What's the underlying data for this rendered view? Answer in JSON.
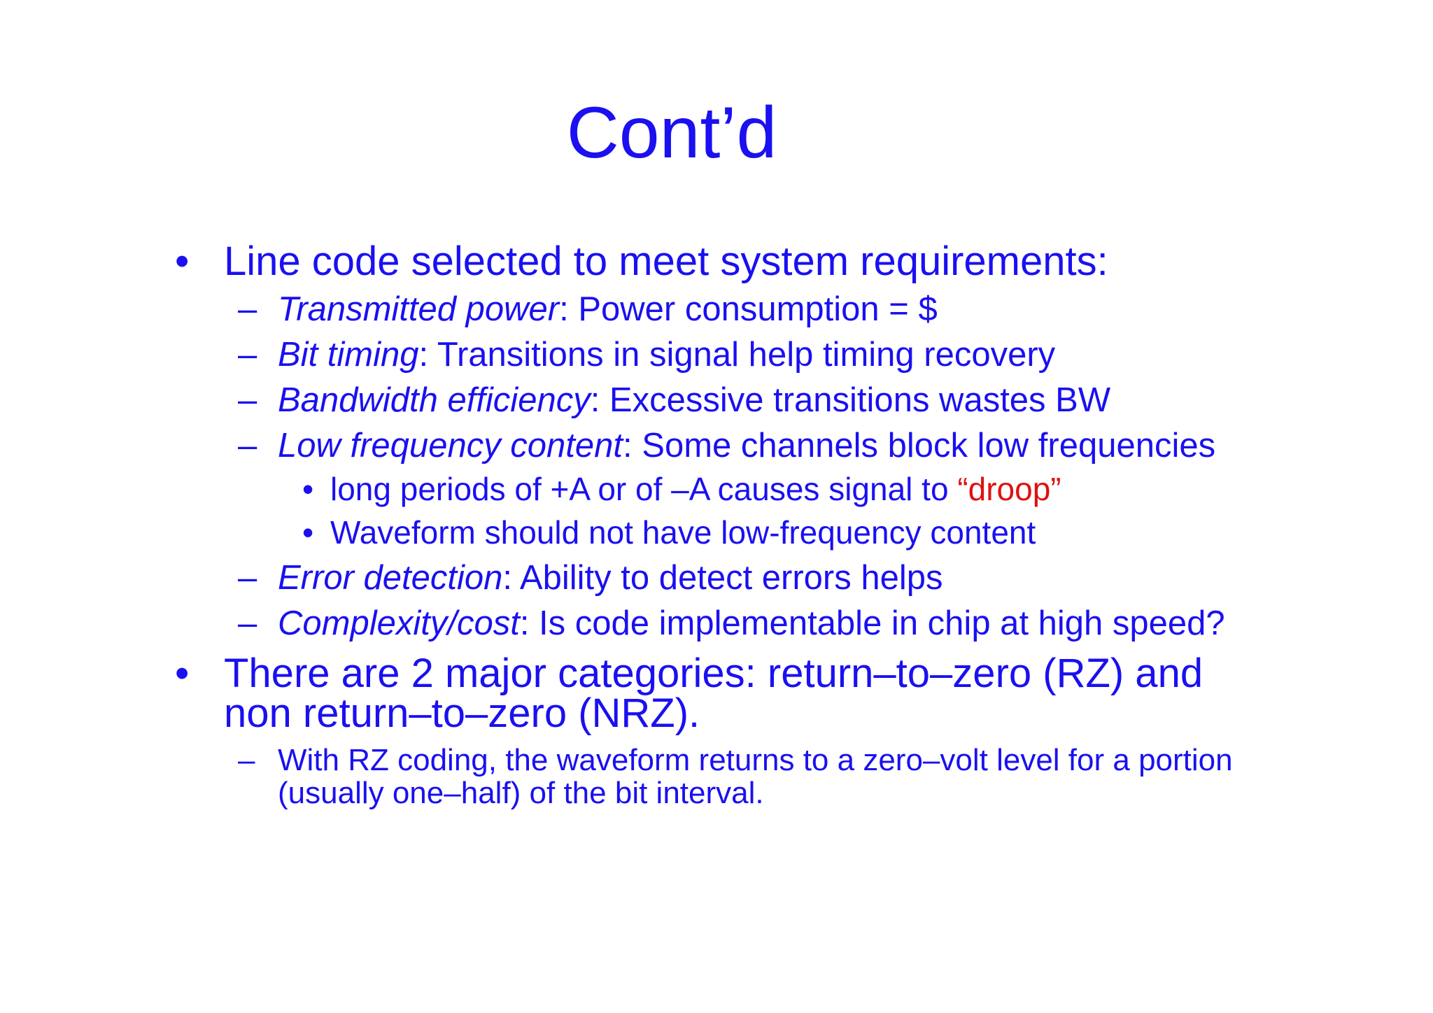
{
  "title": "Cont’d",
  "bullets": {
    "b1": "Line code selected to meet system requirements:",
    "b2": "There are 2 major categories: return–to–zero (RZ) and non return–to–zero (NRZ)."
  },
  "markers": {
    "dot": "•",
    "dash": "–"
  },
  "sub": {
    "s1_term": "Transmitted power",
    "s1_text": ":  Power consumption = $",
    "s2_term": "Bit timing",
    "s2_text": ":  Transitions in signal help timing recovery",
    "s3_term": "Bandwidth efficiency",
    "s3_text": ":  Excessive transitions wastes BW",
    "s4_term": "Low frequency content",
    "s4_text": ":  Some channels block low frequencies",
    "s4a_text": "long periods of +A or of –A causes signal to ",
    "s4a_red": "“droop”",
    "s4b_text": "Waveform should not have low-frequency content",
    "s5_term": "Error detection",
    "s5_text": ":  Ability to detect errors helps",
    "s6_term": "Complexity/cost",
    "s6_text": ":  Is code implementable in chip at high speed?",
    "s7_text": "With RZ coding, the waveform returns to a zero–volt level for a portion (usually one–half) of the bit interval."
  },
  "colors": {
    "text": "#1a10f0",
    "highlight": "#e01010",
    "background": "#ffffff"
  }
}
